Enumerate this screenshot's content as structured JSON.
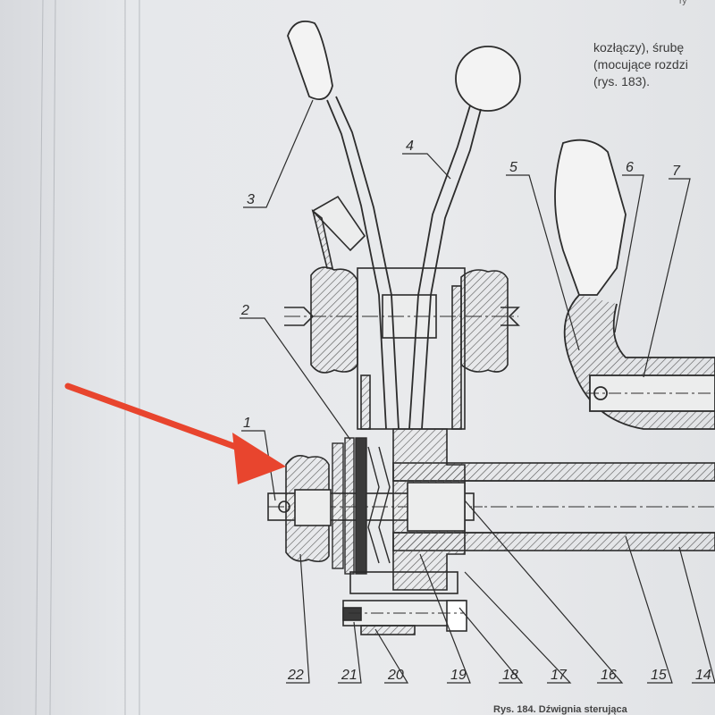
{
  "page": {
    "header_fragment": "ry",
    "body_text": [
      "kozłączy), śrubę",
      "(mocujące rozdzi",
      "(rys. 183)."
    ],
    "caption": "Rys. 184. Dźwignia sterująca"
  },
  "figure": {
    "callout_labels": [
      "1",
      "2",
      "3",
      "4",
      "5",
      "6",
      "7",
      "14",
      "15",
      "16",
      "17",
      "18",
      "19",
      "20",
      "21",
      "22"
    ],
    "annotation_arrow_color": "#e8452e",
    "ink_color": "#2c2c2c"
  }
}
